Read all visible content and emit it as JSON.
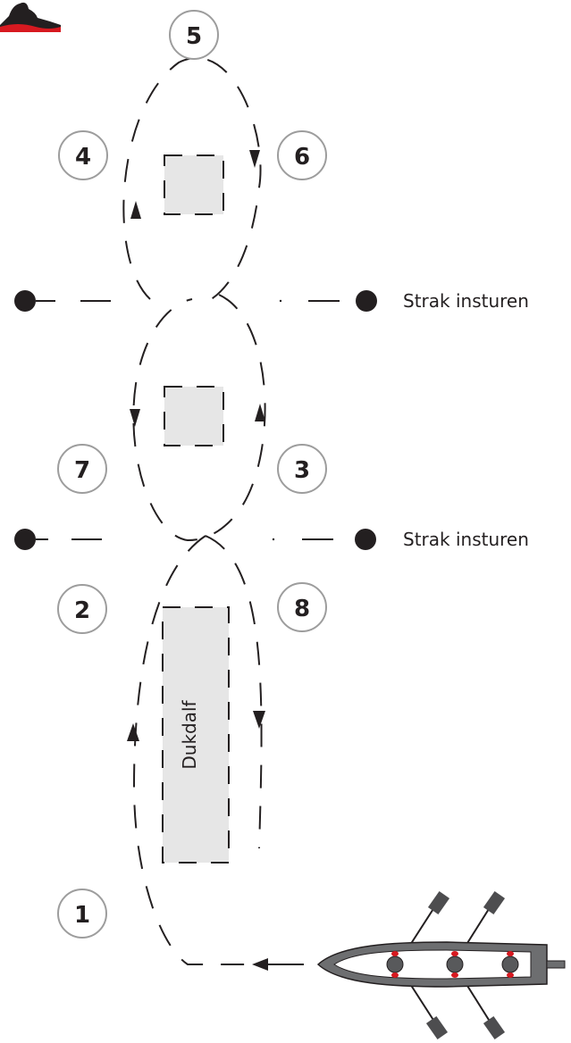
{
  "markers": [
    {
      "id": "1",
      "label": "1"
    },
    {
      "id": "2",
      "label": "2"
    },
    {
      "id": "3",
      "label": "3"
    },
    {
      "id": "4",
      "label": "4"
    },
    {
      "id": "5",
      "label": "5"
    },
    {
      "id": "6",
      "label": "6"
    },
    {
      "id": "7",
      "label": "7"
    },
    {
      "id": "8",
      "label": "8"
    }
  ],
  "lines": {
    "upper_label": "Strak insturen",
    "lower_label": "Strak insturen"
  },
  "dukdalf_label": "Dukdalf",
  "colors": {
    "ink": "#231f20",
    "box_fill": "#e6e6e6",
    "marker_border": "#9d9d9d",
    "boat_hull": "#6d6e70",
    "rower_red": "#d71920"
  }
}
